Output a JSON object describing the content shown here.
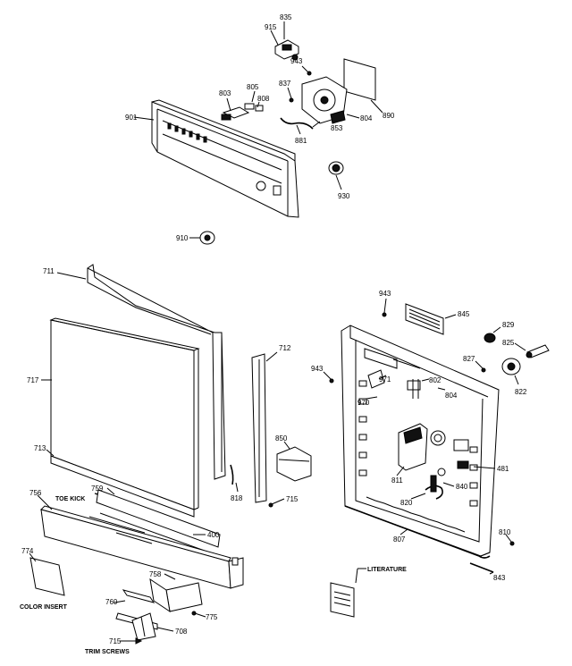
{
  "labels": {
    "p835": "835",
    "p915": "915",
    "p943a": "943",
    "p837": "837",
    "p805": "805",
    "p803": "803",
    "p808": "808",
    "p901": "901",
    "p804a": "804",
    "p853": "853",
    "p881": "881",
    "p890": "890",
    "p930": "930",
    "p910": "910",
    "p711": "711",
    "p717": "717",
    "p712": "712",
    "p713": "713",
    "p850": "850",
    "p818": "818",
    "p715a": "715",
    "p756": "756",
    "p759": "759",
    "p400": "400",
    "p774": "774",
    "p758": "758",
    "p760": "760",
    "p775": "775",
    "p708": "708",
    "p715b": "715",
    "p943b": "943",
    "p845": "845",
    "p829": "829",
    "p825": "825",
    "p827": "827",
    "p822": "822",
    "p943c": "943",
    "p971": "971",
    "p970": "970",
    "p802": "802",
    "p804b": "804",
    "p811": "811",
    "p481": "481",
    "p840": "840",
    "p820": "820",
    "p807": "807",
    "p810": "810",
    "p843": "843",
    "toe_kick": "TOE KICK",
    "color_insert": "COLOR INSERT",
    "trim_screws": "TRIM SCREWS",
    "literature": "LITERATURE"
  }
}
